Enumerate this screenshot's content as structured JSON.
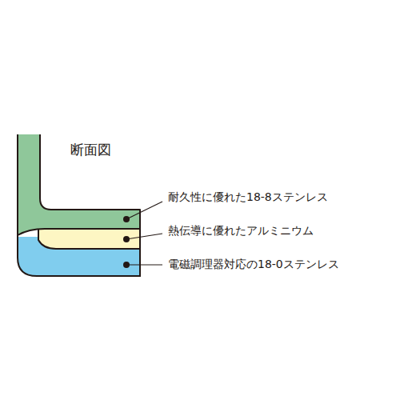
{
  "diagram": {
    "title": "断面図",
    "labels": [
      "耐久性に優れた18-8ステンレス",
      "熱伝導に優れたアルミニウム",
      "電磁調理器対応の18-0ステンレス"
    ]
  }
}
